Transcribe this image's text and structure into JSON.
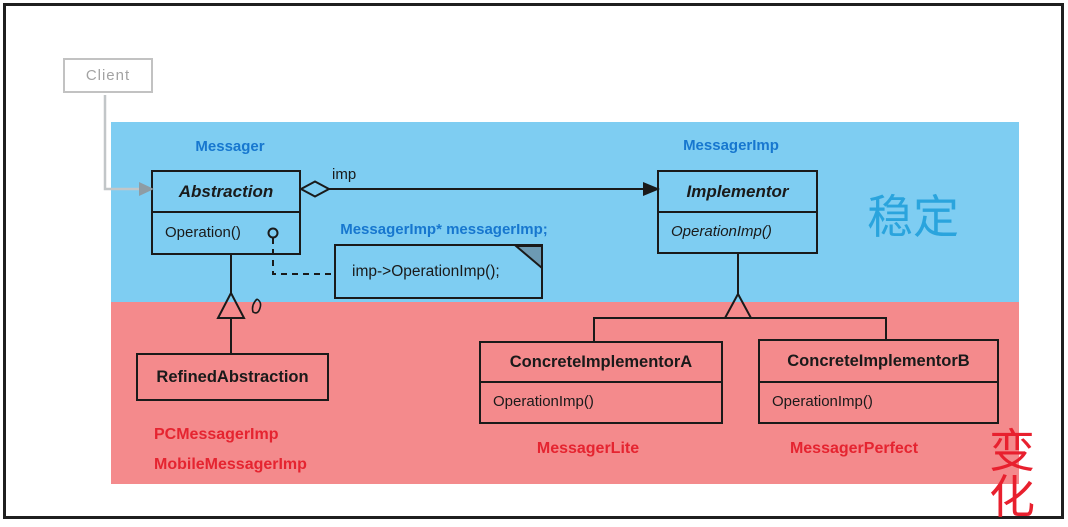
{
  "window": {
    "background": "#ffffff",
    "border_color": "#1f1f1f"
  },
  "client_box": {
    "label": "Client"
  },
  "stable_region": {
    "label": "稳定",
    "bg_color": "#7ecdf2",
    "label_color": "#2aa4dd"
  },
  "variable_region": {
    "label": "变化",
    "bg_color": "#f48a8c",
    "label_color": "#e8202e"
  },
  "blue_annotations": {
    "color": "#1777cf",
    "abstraction_alias": "Messager",
    "implementor_alias": "MessagerImp",
    "member_declaration": "MessagerImp* messagerImp;"
  },
  "red_annotations": {
    "color": "#e52430",
    "refined_example_1": "PCMessagerImp",
    "refined_example_2": "MobileMessagerImp",
    "concrete_a_alias": "MessagerLite",
    "concrete_b_alias": "MessagerPerfect"
  },
  "uml": {
    "abstraction": {
      "name": "Abstraction",
      "method": "Operation()"
    },
    "implementor": {
      "name": "Implementor",
      "method": "OperationImp()"
    },
    "refined_abstraction": {
      "name": "RefinedAbstraction"
    },
    "concrete_implementor_a": {
      "name": "ConcreteImplementorA",
      "method": "OperationImp()"
    },
    "concrete_implementor_b": {
      "name": "ConcreteImplementorB",
      "method": "OperationImp()"
    },
    "note": {
      "code": "imp->OperationImp();"
    },
    "imp_edge_label": "imp"
  }
}
